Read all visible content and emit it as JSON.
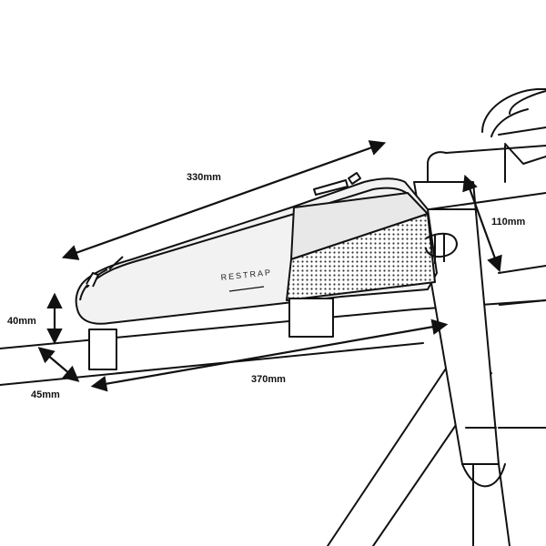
{
  "brand": {
    "logo_text": "RESTRAP"
  },
  "dimensions": {
    "top_length": "330mm",
    "height_front": "110mm",
    "height_rear": "40mm",
    "width": "45mm",
    "bottom_length": "370mm"
  },
  "colors": {
    "line": "#111111",
    "bag_fill": "#f2f2f2",
    "panel_fill": "#e8e8e8",
    "mesh_dot": "#333333",
    "background": "#ffffff"
  }
}
